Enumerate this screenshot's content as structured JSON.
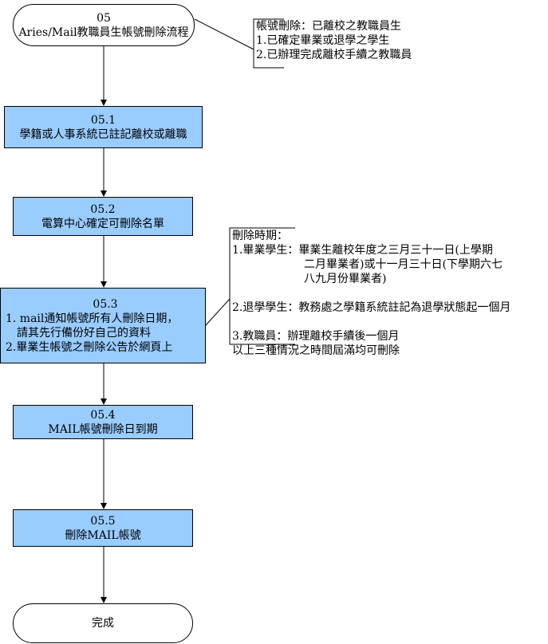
{
  "start": {
    "id": "05",
    "title": "Aries/Mail教職員生帳號刪除流程"
  },
  "steps": [
    {
      "id": "05.1",
      "text": "學籍或人事系統已註記離校或離職"
    },
    {
      "id": "05.2",
      "text": "電算中心確定可刪除名單"
    },
    {
      "id": "05.3",
      "lines": [
        "1. mail通知帳號所有人刪除日期，",
        "請其先行備份好自己的資料",
        "2.畢業生帳號之刪除公告於網頁上"
      ]
    },
    {
      "id": "05.4",
      "text": "MAIL帳號刪除日到期"
    },
    {
      "id": "05.5",
      "text": "刪除MAIL帳號"
    }
  ],
  "end": {
    "label": "完成"
  },
  "note1": {
    "lines": [
      "帳號刪除：已離校之教職員生",
      "1.已確定畢業或退學之學生",
      "2.已辦理完成離校手續之教職員"
    ]
  },
  "note2": {
    "header": "刪除時期：",
    "l1": "1.畢業學生：畢業生離校年度之三月三十一日(上學期",
    "l2": "二月畢業者)或十一月三十日(下學期六七",
    "l3": "八九月份畢業者)",
    "l4": "2.退學學生：教務處之學籍系統註記為退學狀態起一個月",
    "l5": "3.教職員：辦理離校手續後一個月",
    "l6": "以上三種情況之時間屆滿均可刪除"
  }
}
